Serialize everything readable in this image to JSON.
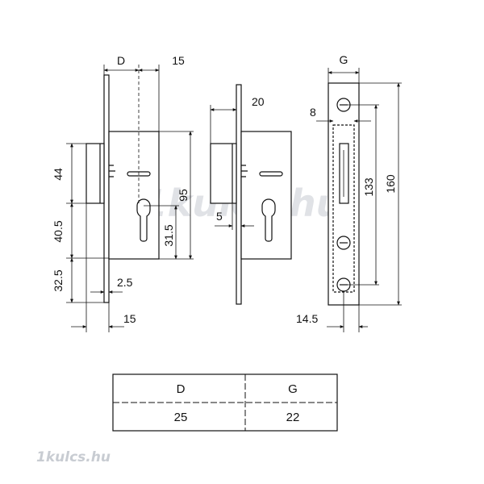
{
  "dimensions": {
    "d_label": "D",
    "d_15_top": "15",
    "d_44": "44",
    "d_40_5": "40.5",
    "d_32_5": "32.5",
    "d_95": "95",
    "d_31_5": "31.5",
    "d_2_5": "2.5",
    "d_15_bottom": "15",
    "d_20": "20",
    "d_5": "5",
    "g_label": "G",
    "d_8": "8",
    "d_133": "133",
    "d_160": "160",
    "d_14_5": "14.5"
  },
  "table": {
    "headers": [
      "D",
      "G"
    ],
    "values": [
      "25",
      "22"
    ]
  },
  "watermark": {
    "center_text": "1kulcs.hu",
    "corner_text": "1kulcs.hu"
  },
  "colors": {
    "line": "#111111",
    "watermark": "#c8ccd2"
  }
}
